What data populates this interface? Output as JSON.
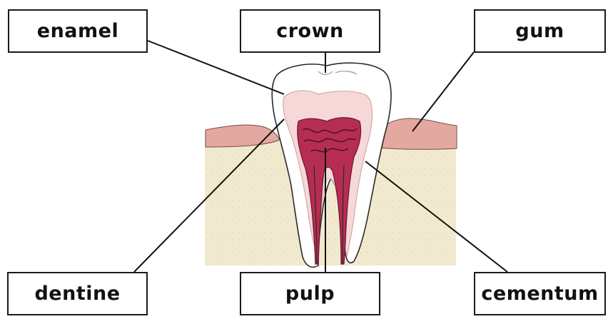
{
  "labels": {
    "enamel": "enamel",
    "crown": "crown",
    "gum": "gum",
    "dentine": "dentine",
    "pulp": "pulp",
    "cementum": "cementum"
  },
  "colors": {
    "bone": "#f2ead0",
    "gum": "#e3a89f",
    "enamel": "#ffffff",
    "dentine": "#f6d8d8",
    "pulp": "#b52e52",
    "outline": "#2a2a2a",
    "leader_line": "#111111"
  }
}
